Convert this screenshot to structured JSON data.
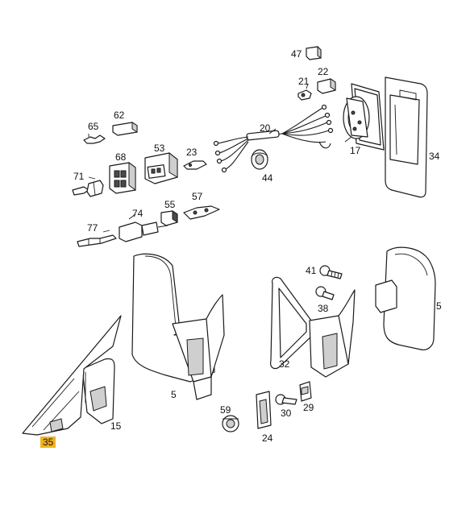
{
  "highlight_color": "#f2b321",
  "callouts": [
    {
      "key": "47",
      "text": "47"
    },
    {
      "key": "22",
      "text": "22"
    },
    {
      "key": "21",
      "text": "21"
    },
    {
      "key": "62",
      "text": "62"
    },
    {
      "key": "65",
      "text": "65"
    },
    {
      "key": "20",
      "text": "20"
    },
    {
      "key": "17",
      "text": "17"
    },
    {
      "key": "34",
      "text": "34"
    },
    {
      "key": "68",
      "text": "68"
    },
    {
      "key": "53",
      "text": "53"
    },
    {
      "key": "23",
      "text": "23"
    },
    {
      "key": "71",
      "text": "71"
    },
    {
      "key": "44",
      "text": "44"
    },
    {
      "key": "55",
      "text": "55"
    },
    {
      "key": "57",
      "text": "57"
    },
    {
      "key": "77",
      "text": "77"
    },
    {
      "key": "74",
      "text": "74"
    },
    {
      "key": "41",
      "text": "41"
    },
    {
      "key": "38",
      "text": "38"
    },
    {
      "key": "5a",
      "text": "5"
    },
    {
      "key": "5b",
      "text": "5"
    },
    {
      "key": "32",
      "text": "32"
    },
    {
      "key": "59",
      "text": "59"
    },
    {
      "key": "30",
      "text": "30"
    },
    {
      "key": "29",
      "text": "29"
    },
    {
      "key": "24",
      "text": "24"
    },
    {
      "key": "15",
      "text": "15"
    },
    {
      "key": "35",
      "text": "35",
      "highlighted": true
    }
  ]
}
